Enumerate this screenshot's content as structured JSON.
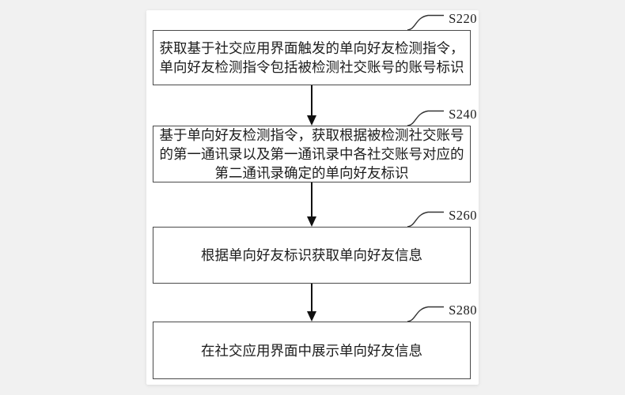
{
  "figure": {
    "type": "flowchart",
    "steps": [
      {
        "id": "S220",
        "text": "获取基于社交应用界面触发的单向好友检测指令，单向好友检测指令包括被检测社交账号的账号标识"
      },
      {
        "id": "S240",
        "text": "基于单向好友检测指令，获取根据被检测社交账号的第一通讯录以及第一通讯录中各社交账号对应的第二通讯录确定的单向好友标识"
      },
      {
        "id": "S260",
        "text": "根据单向好友标识获取单向好友信息"
      },
      {
        "id": "S280",
        "text": "在社交应用界面中展示单向好友信息"
      }
    ],
    "colors": {
      "page_background": "#f1f1f1",
      "panel_background": "#ffffff",
      "box_border": "#4a4a4a",
      "line": "#111111",
      "text": "#1c1c1c"
    }
  }
}
